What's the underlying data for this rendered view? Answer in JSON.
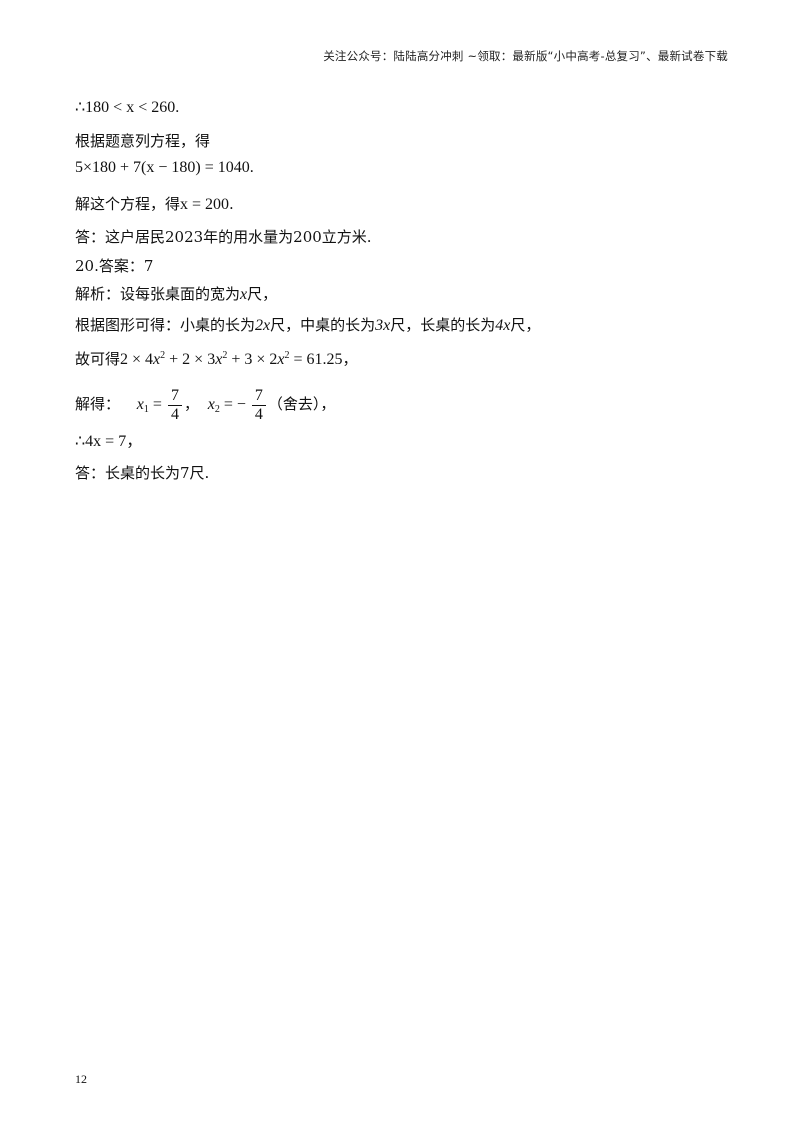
{
  "header": {
    "text": "关注公众号：陆陆高分冲刺  ~领取：最新版“小中高考-总复习”、最新试卷下载"
  },
  "lines": {
    "l1": "∴180 < x < 260",
    "l1_dot": ".",
    "l2": "根据题意列方程，得",
    "l3": "5×180 + 7(x − 180) = 1040",
    "l3_dot": ".",
    "l4_text": "解这个方程，得",
    "l4_math": "x = 200",
    "l4_dot": ".",
    "l5": "答：这户居民2023年的用水量为200立方米.",
    "l6": "20.答案：7",
    "l7_a": "解析：设每张桌面的宽为",
    "l7_x": "x",
    "l7_b": "尺，",
    "l8_a": "根据图形可得：小桌的长为",
    "l8_m1": "2x",
    "l8_b": "尺，中桌的长为",
    "l8_m2": "3x",
    "l8_c": "尺，长桌的长为",
    "l8_m3": "4x",
    "l8_d": "尺，",
    "l9_a": "故可得",
    "l9_end": " = 61.25",
    "l9_comma": "，",
    "l10_a": "解得：",
    "l10_x1": "x",
    "l10_sub1": "1",
    "l10_num1": "7",
    "l10_den1": "4",
    "l10_x2": "x",
    "l10_sub2": "2",
    "l10_num2": "7",
    "l10_den2": "4",
    "l10_end": "（舍去），",
    "l11": "∴4x = 7",
    "l11_comma": "，",
    "l12": "答：长桌的长为7尺."
  },
  "page_number": "12"
}
